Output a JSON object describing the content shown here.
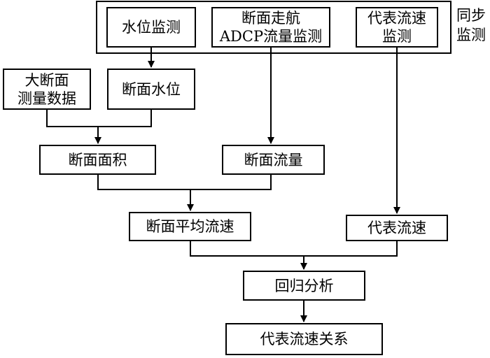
{
  "sync_group": {
    "label_line1": "同步",
    "label_line2": "监测"
  },
  "nodes": {
    "water_level_monitoring": {
      "line1": "水位监测",
      "line2": ""
    },
    "adcp_monitoring": {
      "line1": "断面走航",
      "line2": "ADCP流量监测"
    },
    "rep_velocity_monitoring": {
      "line1": "代表流速",
      "line2": "监测"
    },
    "large_section_data": {
      "line1": "大断面",
      "line2": "测量数据"
    },
    "section_water_level": {
      "line1": "断面水位",
      "line2": ""
    },
    "section_area": {
      "line1": "断面面积",
      "line2": ""
    },
    "section_discharge": {
      "line1": "断面流量",
      "line2": ""
    },
    "section_mean_velocity": {
      "line1": "断面平均流速",
      "line2": ""
    },
    "representative_velocity": {
      "line1": "代表流速",
      "line2": ""
    },
    "regression_analysis": {
      "line1": "回归分析",
      "line2": ""
    },
    "rep_velocity_relation": {
      "line1": "代表流速关系",
      "line2": ""
    }
  }
}
